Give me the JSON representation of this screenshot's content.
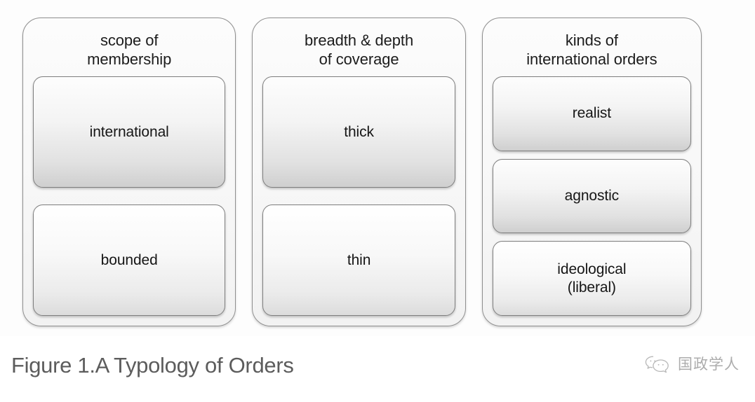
{
  "figure": {
    "caption": "Figure 1.A Typology of Orders",
    "background_color": "#ffffff",
    "panel_border_color": "#8f8f8f",
    "node_border_color": "#7e7e7e",
    "caption_color": "#5c5c5c"
  },
  "panels": [
    {
      "title": "scope of\nmembership",
      "nodes": [
        {
          "label": "international",
          "shade": "dark"
        },
        {
          "label": "bounded",
          "shade": "light"
        }
      ]
    },
    {
      "title": "breadth & depth\nof coverage",
      "nodes": [
        {
          "label": "thick",
          "shade": "dark"
        },
        {
          "label": "thin",
          "shade": "light"
        }
      ]
    },
    {
      "title": "kinds of\ninternational orders",
      "nodes": [
        {
          "label": "realist",
          "shade": "dark"
        },
        {
          "label": "agnostic",
          "shade": "dark"
        },
        {
          "label": "ideological\n(liberal)",
          "shade": "light"
        }
      ]
    }
  ],
  "watermark": {
    "icon": "wechat-speech-bubbles-icon",
    "text": "国政学人",
    "color": "#9a9a9a"
  }
}
